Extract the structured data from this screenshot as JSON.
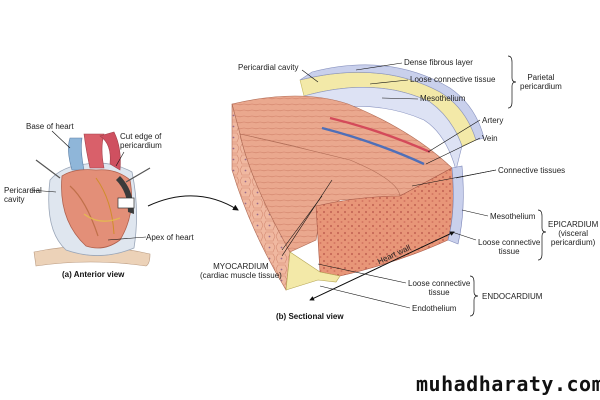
{
  "anterior": {
    "caption": "(a) Anterior view",
    "labels": {
      "base_of_heart": "Base of heart",
      "cut_edge": "Cut edge of\npericardium",
      "pericardial_cavity": "Pericardial\ncavity",
      "apex": "Apex of heart"
    }
  },
  "sectional": {
    "caption": "(b) Sectional view",
    "labels": {
      "pericardial_cavity": "Pericardial cavity",
      "dense_fibrous": "Dense fibrous layer",
      "loose_ct_top": "Loose connective tissue",
      "mesothelium_top": "Mesothelium",
      "artery": "Artery",
      "vein": "Vein",
      "connective_tissues": "Connective tissues",
      "mesothelium_mid": "Mesothelium",
      "loose_ct_mid": "Loose connective\ntissue",
      "heart_wall": "Heart wall",
      "myocardium": "MYOCARDIUM\n(cardiac muscle tissue)",
      "loose_ct_low": "Loose connective\ntissue",
      "endothelium": "Endothelium"
    },
    "groups": {
      "parietal": "Parietal\npericardium",
      "epicardium": "EPICARDIUM\n(visceral\npericardium)",
      "endocardium": "ENDOCARDIUM"
    }
  },
  "watermark": "muhadharaty.com",
  "colors": {
    "muscle": "#e9a88f",
    "muscle_dark": "#d98870",
    "fibrous": "#f3e9a8",
    "mesothelium": "#c9d0ec",
    "heart": "#e38f78",
    "vessel_blue": "#8fb6d9"
  }
}
